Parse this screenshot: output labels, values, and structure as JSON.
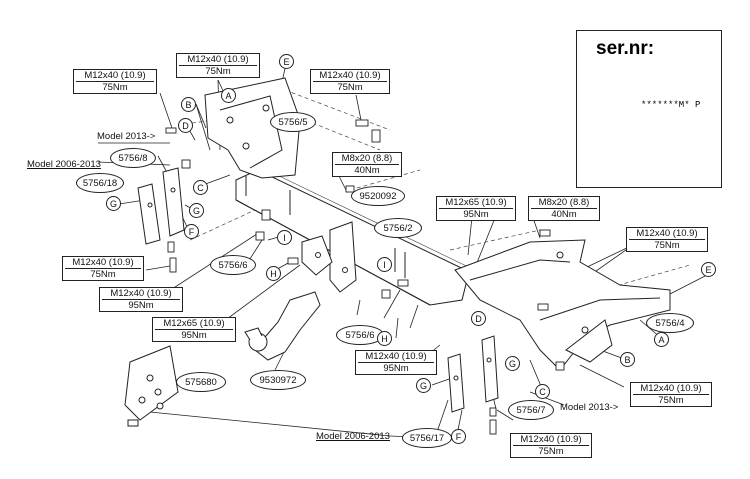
{
  "warning": {
    "title": "ser.nr:",
    "plate": "*******M* P"
  },
  "specs": {
    "s1": {
      "a": "M12x40 (10.9)",
      "b": "75Nm"
    },
    "s2": {
      "a": "M12x40 (10.9)",
      "b": "75Nm"
    },
    "s3": {
      "a": "M12x40 (10.9)",
      "b": "75Nm"
    },
    "s4": {
      "a": "M8x20 (8.8)",
      "b": "40Nm"
    },
    "s5": {
      "a": "M12x65 (10.9)",
      "b": "95Nm"
    },
    "s6": {
      "a": "M8x20 (8.8)",
      "b": "40Nm"
    },
    "s7": {
      "a": "M12x40 (10.9)",
      "b": "75Nm"
    },
    "s8": {
      "a": "M12x40 (10.9)",
      "b": "75Nm"
    },
    "s9": {
      "a": "M12x40 (10.9)",
      "b": "95Nm"
    },
    "s10": {
      "a": "M12x65 (10.9)",
      "b": "95Nm"
    },
    "s11": {
      "a": "M12x40 (10.9)",
      "b": "95Nm"
    },
    "s12": {
      "a": "M12x40 (10.9)",
      "b": "75Nm"
    },
    "s13": {
      "a": "M12x40 (10.9)",
      "b": "75Nm"
    }
  },
  "parts": {
    "p5756_5": "5756/5",
    "p5756_8": "5756/8",
    "p5756_18": "5756/18",
    "p9520092": "9520092",
    "p5756_2": "5756/2",
    "p5756_6a": "5756/6",
    "p5756_6b": "5756/6",
    "p5756_4": "5756/4",
    "p575680": "575680",
    "p9530972": "9530972",
    "p5756_7": "5756/7",
    "p5756_17": "5756/17"
  },
  "letters": {
    "E1": "E",
    "A1": "A",
    "B1": "B",
    "D1": "D",
    "C1": "C",
    "G1": "G",
    "G2": "G",
    "F1": "F",
    "I1": "I",
    "H1": "H",
    "I2": "I",
    "H2": "H",
    "D2": "D",
    "E2": "E",
    "A2": "A",
    "B2": "B",
    "C2": "C",
    "G3": "G",
    "G4": "G",
    "F2": "F"
  },
  "notes": {
    "model2013_left": "Model 2013->",
    "model2006_left": "Model 2006-2013",
    "model2013_right": "Model 2013->",
    "model2006_right": "Model 2006-2013"
  }
}
